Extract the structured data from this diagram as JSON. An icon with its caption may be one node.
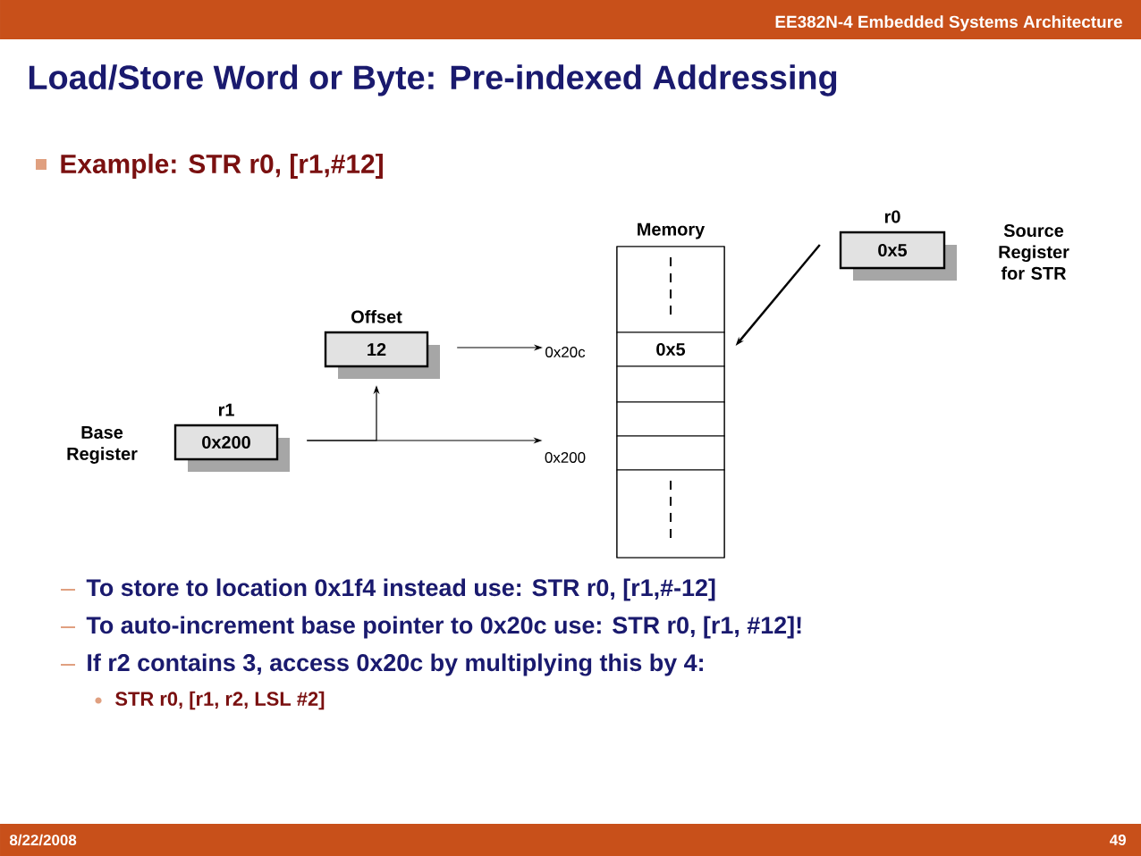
{
  "diagram": {
    "title": "Load/Store Word or Byte: Pre-indexed Addressing",
    "nodes": [
      {
        "text": [
          "r1",
          "0x200"
        ],
        "beside": [
          "Base Register"
        ]
      },
      {
        "text": [
          "Offset",
          "12"
        ]
      },
      {
        "text": [
          "0x20c"
        ]
      },
      {
        "text": [
          "0x200"
        ]
      },
      {
        "text": [
          "Memory"
        ]
      },
      {
        "text": [],
        "shape": "box",
        "in": 4
      },
      {
        "text": [
          "0x5"
        ],
        "in": 4
      },
      {
        "text": [],
        "shape": "box",
        "in": 4
      },
      {
        "text": [],
        "shape": "box",
        "in": 4
      },
      {
        "text": [],
        "shape": "box",
        "in": 4
      },
      {
        "text": [],
        "shape": "box",
        "in": 4
      },
      {
        "text": [
          "r0",
          "0x5"
        ],
        "beside": [
          "Source Register for STR"
        ]
      }
    ],
    "edges": [
      {
        "from": 1,
        "to": 2,
        "arrow": "to"
      },
      {
        "from": 0,
        "to": 3,
        "arrow": "to"
      },
      {
        "from": 0,
        "to": 1,
        "arrow": "to"
      },
      {
        "from": 11,
        "to": 6,
        "arrow": "to"
      }
    ],
    "labels": [
      "EE382N-4  Embedded Systems Architecture",
      "Example: STR r0, [r1,#12]",
      "To store to location 0x1f4 instead use: STR r0, [r1,#-12]",
      "To auto-increment base pointer to 0x20c use: STR r0, [r1, #12]!",
      "If r2 contains 3, access 0x20c by multiplying this by 4:",
      "STR r0, [r1, r2, LSL #2]",
      "8/22/2008",
      "49"
    ]
  }
}
